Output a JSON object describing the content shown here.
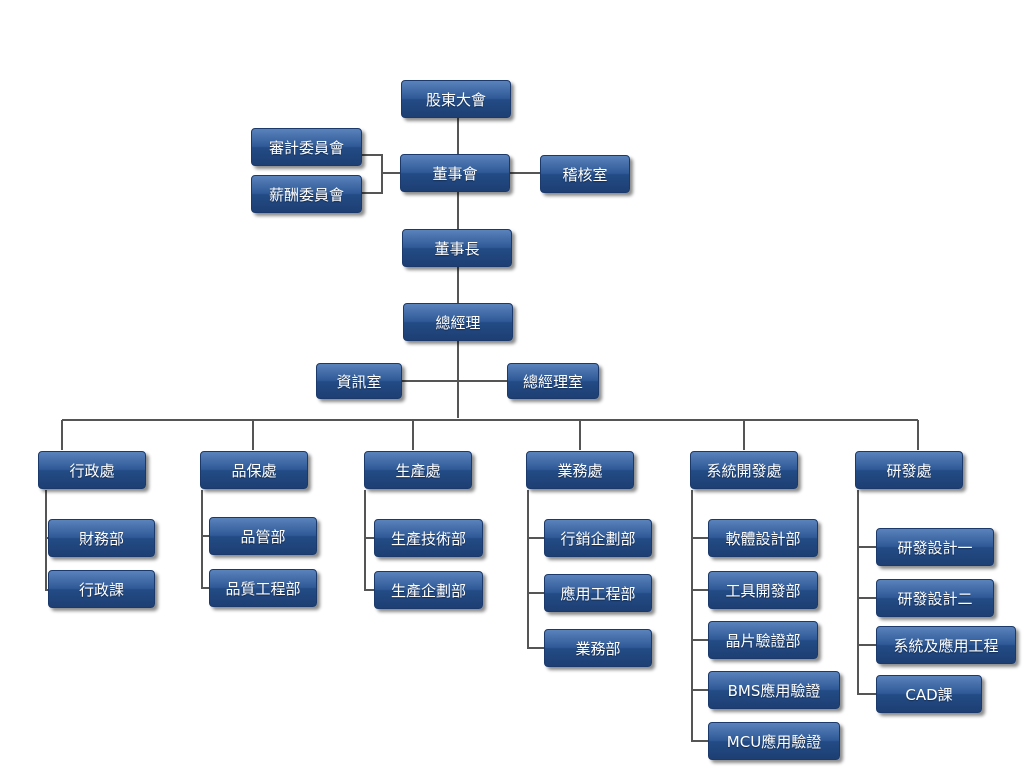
{
  "nodes": [
    {
      "id": "shareholders",
      "label": "股東大會"
    },
    {
      "id": "board",
      "label": "董事會"
    },
    {
      "id": "audit-committee",
      "label": "審計委員會"
    },
    {
      "id": "compensation-committee",
      "label": "薪酬委員會"
    },
    {
      "id": "internal-audit",
      "label": "稽核室"
    },
    {
      "id": "chairman",
      "label": "董事長"
    },
    {
      "id": "general-manager",
      "label": "總經理"
    },
    {
      "id": "it-office",
      "label": "資訊室"
    },
    {
      "id": "gm-office",
      "label": "總經理室"
    },
    {
      "id": "admin-division",
      "label": "行政處"
    },
    {
      "id": "qa-division",
      "label": "品保處"
    },
    {
      "id": "production-division",
      "label": "生產處"
    },
    {
      "id": "business-division",
      "label": "業務處"
    },
    {
      "id": "system-dev-division",
      "label": "系統開發處"
    },
    {
      "id": "rd-division",
      "label": "研發處"
    },
    {
      "id": "finance-dept",
      "label": "財務部"
    },
    {
      "id": "admin-section",
      "label": "行政課"
    },
    {
      "id": "qc-dept",
      "label": "品管部"
    },
    {
      "id": "quality-eng-dept",
      "label": "品質工程部"
    },
    {
      "id": "production-tech-dept",
      "label": "生產技術部"
    },
    {
      "id": "production-planning-dept",
      "label": "生產企劃部"
    },
    {
      "id": "marketing-planning-dept",
      "label": "行銷企劃部"
    },
    {
      "id": "application-eng-dept",
      "label": "應用工程部"
    },
    {
      "id": "sales-dept",
      "label": "業務部"
    },
    {
      "id": "software-design-dept",
      "label": "軟體設計部"
    },
    {
      "id": "tool-dev-dept",
      "label": "工具開發部"
    },
    {
      "id": "chip-verification-dept",
      "label": "晶片驗證部"
    },
    {
      "id": "bms-verification",
      "label": "BMS應用驗證"
    },
    {
      "id": "mcu-verification",
      "label": "MCU應用驗證"
    },
    {
      "id": "rd-design-1",
      "label": "研發設計一"
    },
    {
      "id": "rd-design-2",
      "label": "研發設計二"
    },
    {
      "id": "system-app-eng",
      "label": "系統及應用工程"
    },
    {
      "id": "cad-section",
      "label": "CAD課"
    }
  ],
  "colors": {
    "box_top": "#5a82bb",
    "box_bottom": "#1d3f73",
    "connector": "#555555",
    "text": "#ffffff"
  }
}
